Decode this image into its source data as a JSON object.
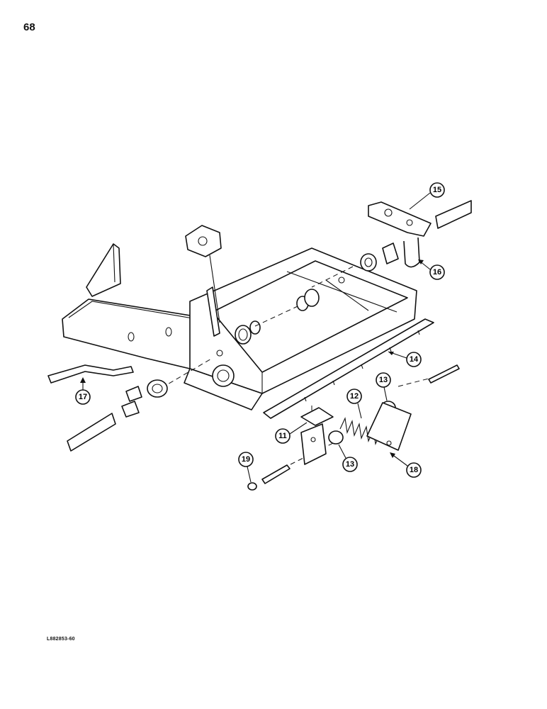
{
  "page_number": "68",
  "drawing_code": "L882853-60",
  "callouts": [
    {
      "label": "11"
    },
    {
      "label": "12"
    },
    {
      "label": "13"
    },
    {
      "label": "13"
    },
    {
      "label": "14"
    },
    {
      "label": "15"
    },
    {
      "label": "16"
    },
    {
      "label": "17"
    },
    {
      "label": "18"
    },
    {
      "label": "19"
    }
  ]
}
